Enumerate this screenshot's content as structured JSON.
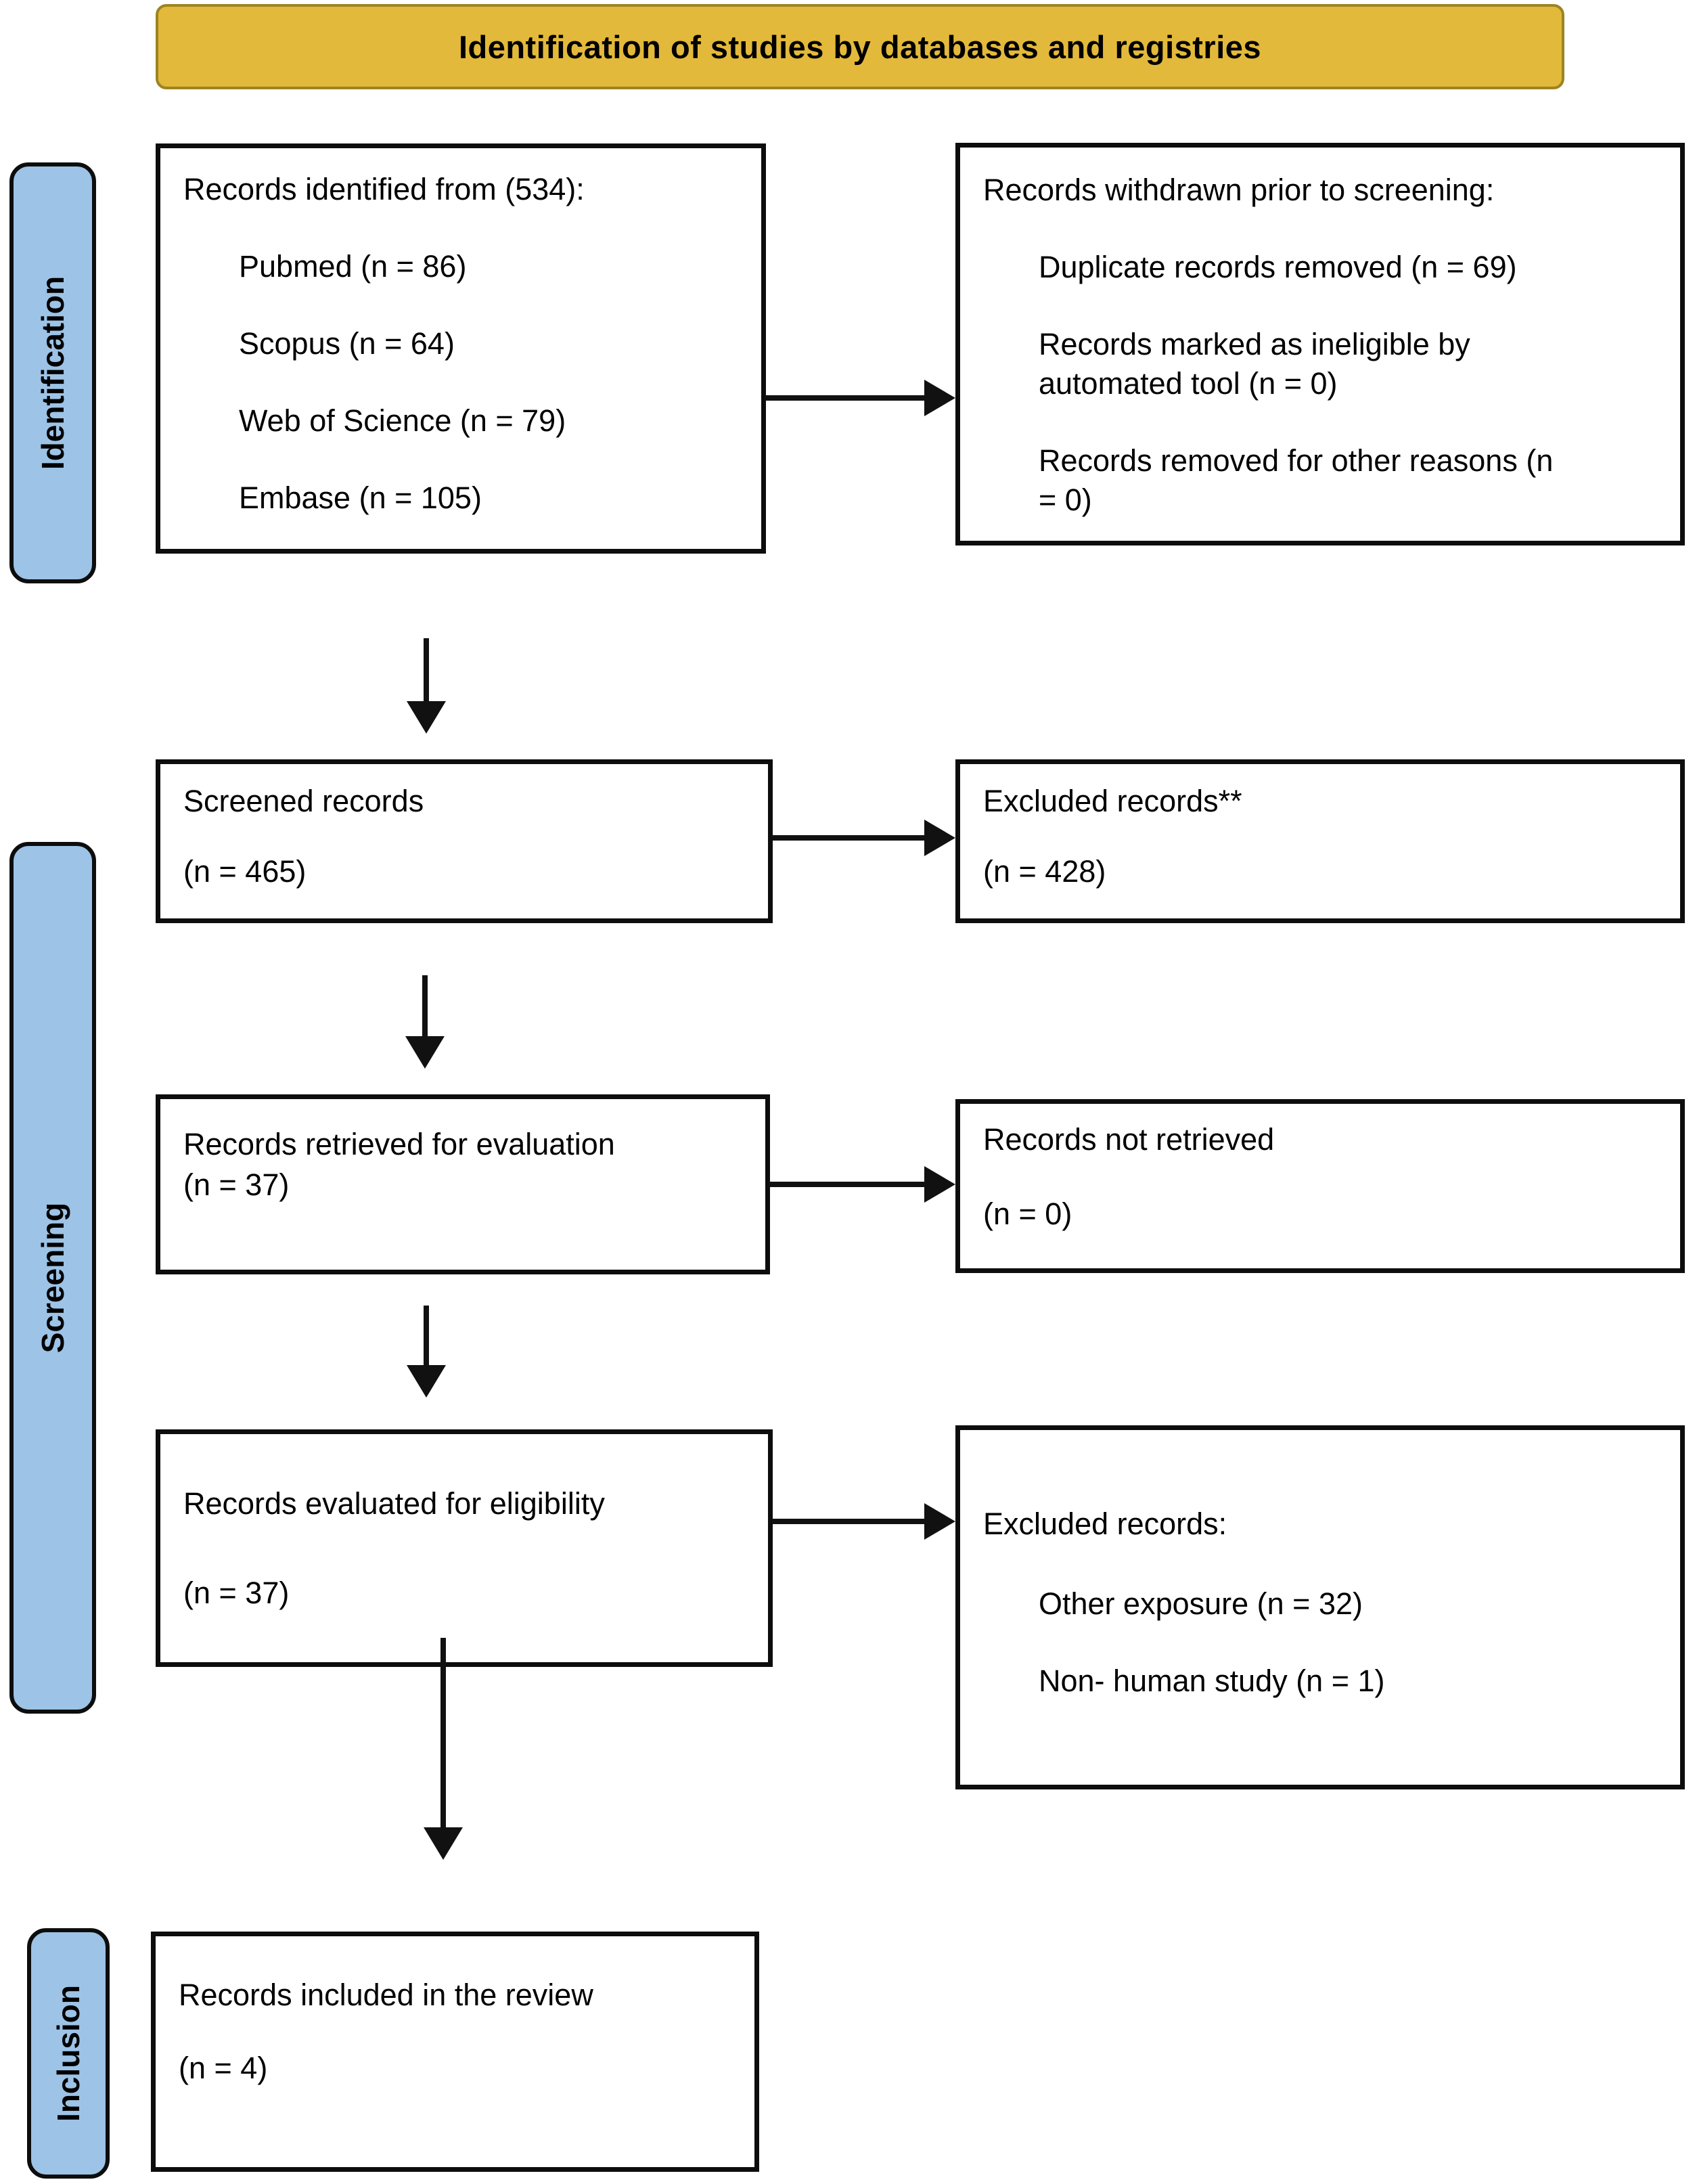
{
  "banner": {
    "title": "Identification of studies by databases and registries"
  },
  "stages": {
    "identification": "Identification",
    "screening": "Screening",
    "inclusion": "Inclusion"
  },
  "boxes": {
    "identified": {
      "heading": "Records identified from (534):",
      "items": [
        "Pubmed (n = 86)",
        "Scopus (n = 64)",
        "Web of Science (n = 79)",
        "Embase (n = 105)"
      ]
    },
    "withdrawn": {
      "heading": "Records withdrawn prior to screening:",
      "items": [
        "Duplicate records removed (n = 69)",
        "Records marked as ineligible by automated tool (n = 0)",
        "Records removed for other reasons (n = 0)"
      ]
    },
    "screened": {
      "heading": "Screened records",
      "count": "(n = 465)"
    },
    "excluded_screened": {
      "heading": "Excluded records**",
      "count": "(n = 428)"
    },
    "retrieved": {
      "heading": "Records retrieved for evaluation",
      "count": "(n = 37)"
    },
    "not_retrieved": {
      "heading": "Records not retrieved",
      "count": "(n = 0)"
    },
    "evaluated": {
      "heading": "Records evaluated for eligibility",
      "count": "(n = 37)"
    },
    "excluded_evaluated": {
      "heading": "Excluded records:",
      "items": [
        "Other exposure (n = 32)",
        "Non- human study (n = 1)"
      ]
    },
    "included": {
      "heading": "Records included in the review",
      "count": "(n = 4)"
    }
  },
  "colors": {
    "banner_fill": "#E2B93B",
    "banner_border": "#9C8422",
    "stage_fill": "#9DC3E6",
    "line": "#111111"
  }
}
